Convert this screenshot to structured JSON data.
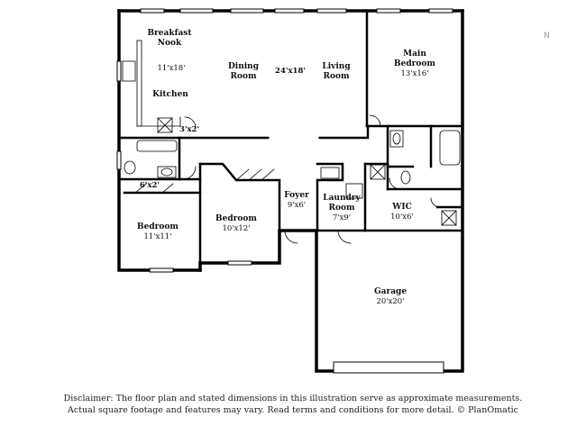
{
  "rooms": {
    "breakfast_nook": {
      "name": "Breakfast\nNook",
      "dims": ""
    },
    "kitchen_dims": "11'x18'",
    "kitchen": {
      "name": "Kitchen",
      "dims": ""
    },
    "dining_room": {
      "name": "Dining\nRoom",
      "dims": ""
    },
    "great_room_dims": "24'x18'",
    "living_room": {
      "name": "Living\nRoom",
      "dims": ""
    },
    "main_bedroom": {
      "name": "Main\nBedroom",
      "dims": "13'x16'"
    },
    "pantry_dims": "3'x2'",
    "closet_dims": "6'x2'",
    "bedroom_1": {
      "name": "Bedroom",
      "dims": "11'x11'"
    },
    "bedroom_2": {
      "name": "Bedroom",
      "dims": "10'x12'"
    },
    "foyer": {
      "name": "Foyer",
      "dims": "9'x6'"
    },
    "laundry_room": {
      "name": "Laundry\nRoom",
      "dims": "7'x9'"
    },
    "wic": {
      "name": "WIC",
      "dims": "10'x6'"
    },
    "garage": {
      "name": "Garage",
      "dims": "20'x20'"
    }
  },
  "disclaimer": {
    "line1": "Disclaimer: The floor plan and stated dimensions in this illustration serve as approximate measurements.",
    "line2": "Actual square footage and features may vary. Read terms and conditions for more detail. © PlanOmatic"
  },
  "compass": "N"
}
